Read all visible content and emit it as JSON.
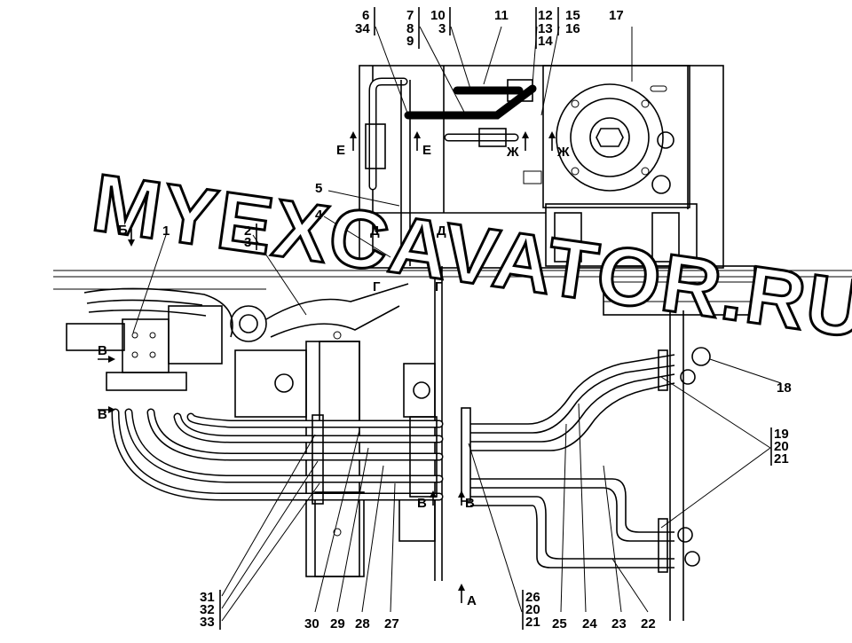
{
  "watermark": "MYEXCAVATOR.RU",
  "callouts_top": {
    "c6": "6",
    "c34": "34",
    "c7": "7",
    "c8": "8",
    "c9": "9",
    "c10": "10",
    "c3a": "3",
    "c11": "11",
    "c12": "12",
    "c13": "13",
    "c14": "14",
    "c15": "15",
    "c16": "16",
    "c17": "17"
  },
  "callouts_left": {
    "c5": "5",
    "c4": "4",
    "c2": "2",
    "c3b": "3",
    "c1": "1"
  },
  "callouts_right": {
    "c18": "18",
    "c19": "19",
    "c20a": "20",
    "c21a": "21"
  },
  "callouts_bottom": {
    "c31": "31",
    "c32": "32",
    "c33": "33",
    "c30": "30",
    "c29": "29",
    "c28": "28",
    "c27": "27",
    "c26": "26",
    "c20b": "20",
    "c21b": "21",
    "c25": "25",
    "c24": "24",
    "c23": "23",
    "c22": "22"
  },
  "view_markers": {
    "E1": "Е",
    "E2": "Е",
    "Zh1": "Ж",
    "Zh2": "Ж",
    "D1": "Д",
    "D2": "Д",
    "G1": "Г",
    "G2": "Г",
    "B1": "Б",
    "V1": "В",
    "V2": "В",
    "V3": "В",
    "V4": "В",
    "A": "А"
  }
}
